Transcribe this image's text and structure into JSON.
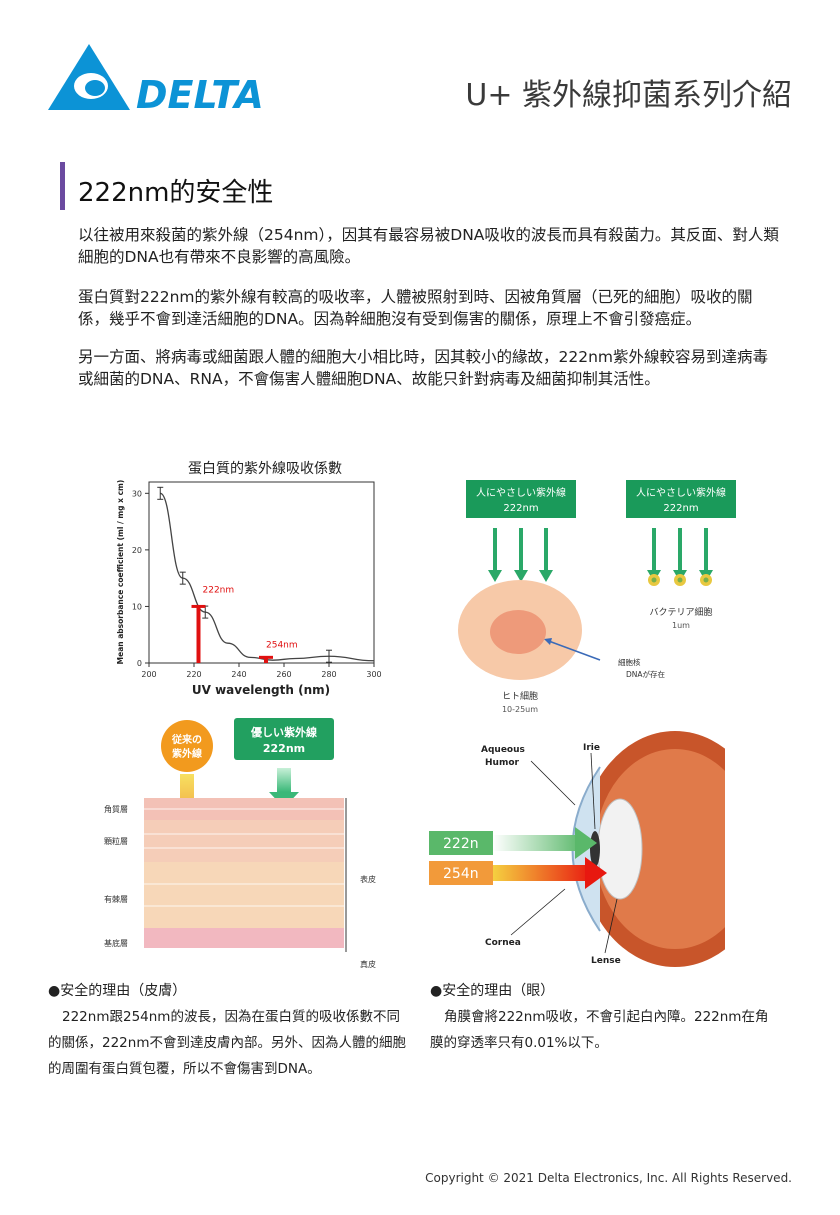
{
  "header": {
    "brand": "DELTA",
    "title": "U+ 紫外線抑菌系列介紹"
  },
  "section": {
    "heading": "222nm的安全性",
    "paragraphs": [
      "以往被用來殺菌的紫外線（254nm），因其有最容易被DNA吸收的波長而具有殺菌力。其反面、對人類細胞的DNA也有帶來不良影響的高風險。",
      "蛋白質對222nm的紫外線有較高的吸收率，人體被照射到時、因被角質層（已死的細胞）吸收的關係，幾乎不會到達活細胞的DNA。因為幹細胞沒有受到傷害的關係，原理上不會引發癌症。",
      "另一方面、將病毒或細菌跟人體的細胞大小相比時，因其較小的緣故，222nm紫外線較容易到達病毒或細菌的DNA、RNA，不會傷害人體細胞DNA、故能只針對病毒及細菌抑制其活性。"
    ]
  },
  "chart_data": {
    "type": "line",
    "title": "蛋白質的紫外線吸收係數",
    "xlabel": "UV wavelength (nm)",
    "ylabel": "Mean absorbance coefficient (ml / mg x cm)",
    "xlim": [
      200,
      300
    ],
    "ylim": [
      0,
      32
    ],
    "xticks": [
      200,
      220,
      240,
      260,
      280,
      300
    ],
    "yticks": [
      0,
      10,
      20,
      30
    ],
    "series": [
      {
        "x": [
          205,
          215,
          225,
          235,
          245,
          255,
          265,
          280,
          300
        ],
        "y": [
          30,
          15,
          9,
          3.5,
          1,
          0.5,
          0.8,
          1.2,
          0.4
        ]
      }
    ],
    "error_points": [
      {
        "x": 205,
        "y": 30
      },
      {
        "x": 215,
        "y": 15
      },
      {
        "x": 225,
        "y": 9
      },
      {
        "x": 280,
        "y": 1.2
      }
    ],
    "highlights": [
      {
        "label": "222nm",
        "x": 222,
        "y": 10
      },
      {
        "label": "254nm",
        "x": 252,
        "y": 1
      }
    ],
    "grid": false,
    "colors": {
      "line": "#444444",
      "highlight": "#e01010"
    }
  },
  "cell_figure": {
    "label_box_left": "人にやさしい紫外線\n222nm",
    "label_box_right": "人にやさしい紫外線\n222nm",
    "human_cell": "ヒト細胞",
    "human_cell_size": "10-25um",
    "bacteria": "バクテリア細胞",
    "bacteria_size": "1um",
    "nucleus_note_1": "細胞核",
    "nucleus_note_2": "DNAが存在",
    "box_color": "#1a9a5a"
  },
  "skin_figure": {
    "conventional_label_1": "従来の",
    "conventional_label_2": "紫外線",
    "gentle_label_1": "優しい紫外線",
    "gentle_label_2": "222nm",
    "layers": [
      "角質層",
      "顆粒層",
      "有棘層",
      "基底層"
    ],
    "epidermis": "表皮",
    "dermis": "真皮"
  },
  "eye_figure": {
    "aqueous_1": "Aqueous",
    "aqueous_2": "Humor",
    "iris": "Irie",
    "cornea": "Cornea",
    "lense": "Lense",
    "ray_222": "222n",
    "ray_254": "254n"
  },
  "reasons": {
    "skin_title": "●安全的理由（皮膚）",
    "skin_body": "222nm跟254nm的波長，因為在蛋白質的吸收係數不同的關係，222nm不會到達皮膚內部。另外、因為人體的細胞的周圍有蛋白質包覆，所以不會傷害到DNA。",
    "eye_title": "●安全的理由（眼）",
    "eye_body": "角膜會將222nm吸收，不會引起白內障。222nm在角膜的穿透率只有0.01%以下。"
  },
  "footer": {
    "copyright": "Copyright © 2021 Delta Electronics, Inc. All Rights Reserved."
  }
}
